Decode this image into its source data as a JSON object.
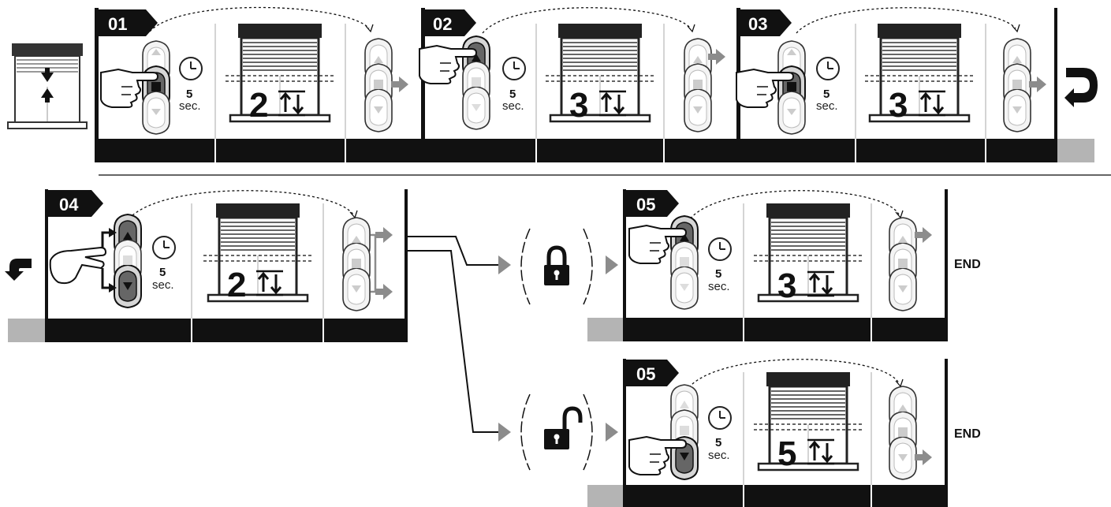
{
  "title": "",
  "timer": {
    "value": "5",
    "unit": "sec."
  },
  "steps": [
    {
      "number": "01",
      "button": "stop",
      "count": "2",
      "result": "stop"
    },
    {
      "number": "02",
      "button": "up",
      "count": "3",
      "result": "up"
    },
    {
      "number": "03",
      "button": "stop",
      "count": "3",
      "result": "stop"
    },
    {
      "number": "04",
      "button": "up+down",
      "count": "2",
      "result": "up+down"
    },
    {
      "number": "05",
      "button": "up",
      "count": "3",
      "result": "up",
      "branch": "lock-icon",
      "end": "END"
    },
    {
      "number": "05",
      "button": "down",
      "count": "5",
      "result": "down",
      "branch": "unlock-icon",
      "end": "END"
    }
  ],
  "colors": {
    "frame": "#111111",
    "grey": "#b4b4b4",
    "button_fill": "#f2f2f2",
    "button_pressed": "#555555",
    "arrow_grey": "#8c8c8c"
  }
}
